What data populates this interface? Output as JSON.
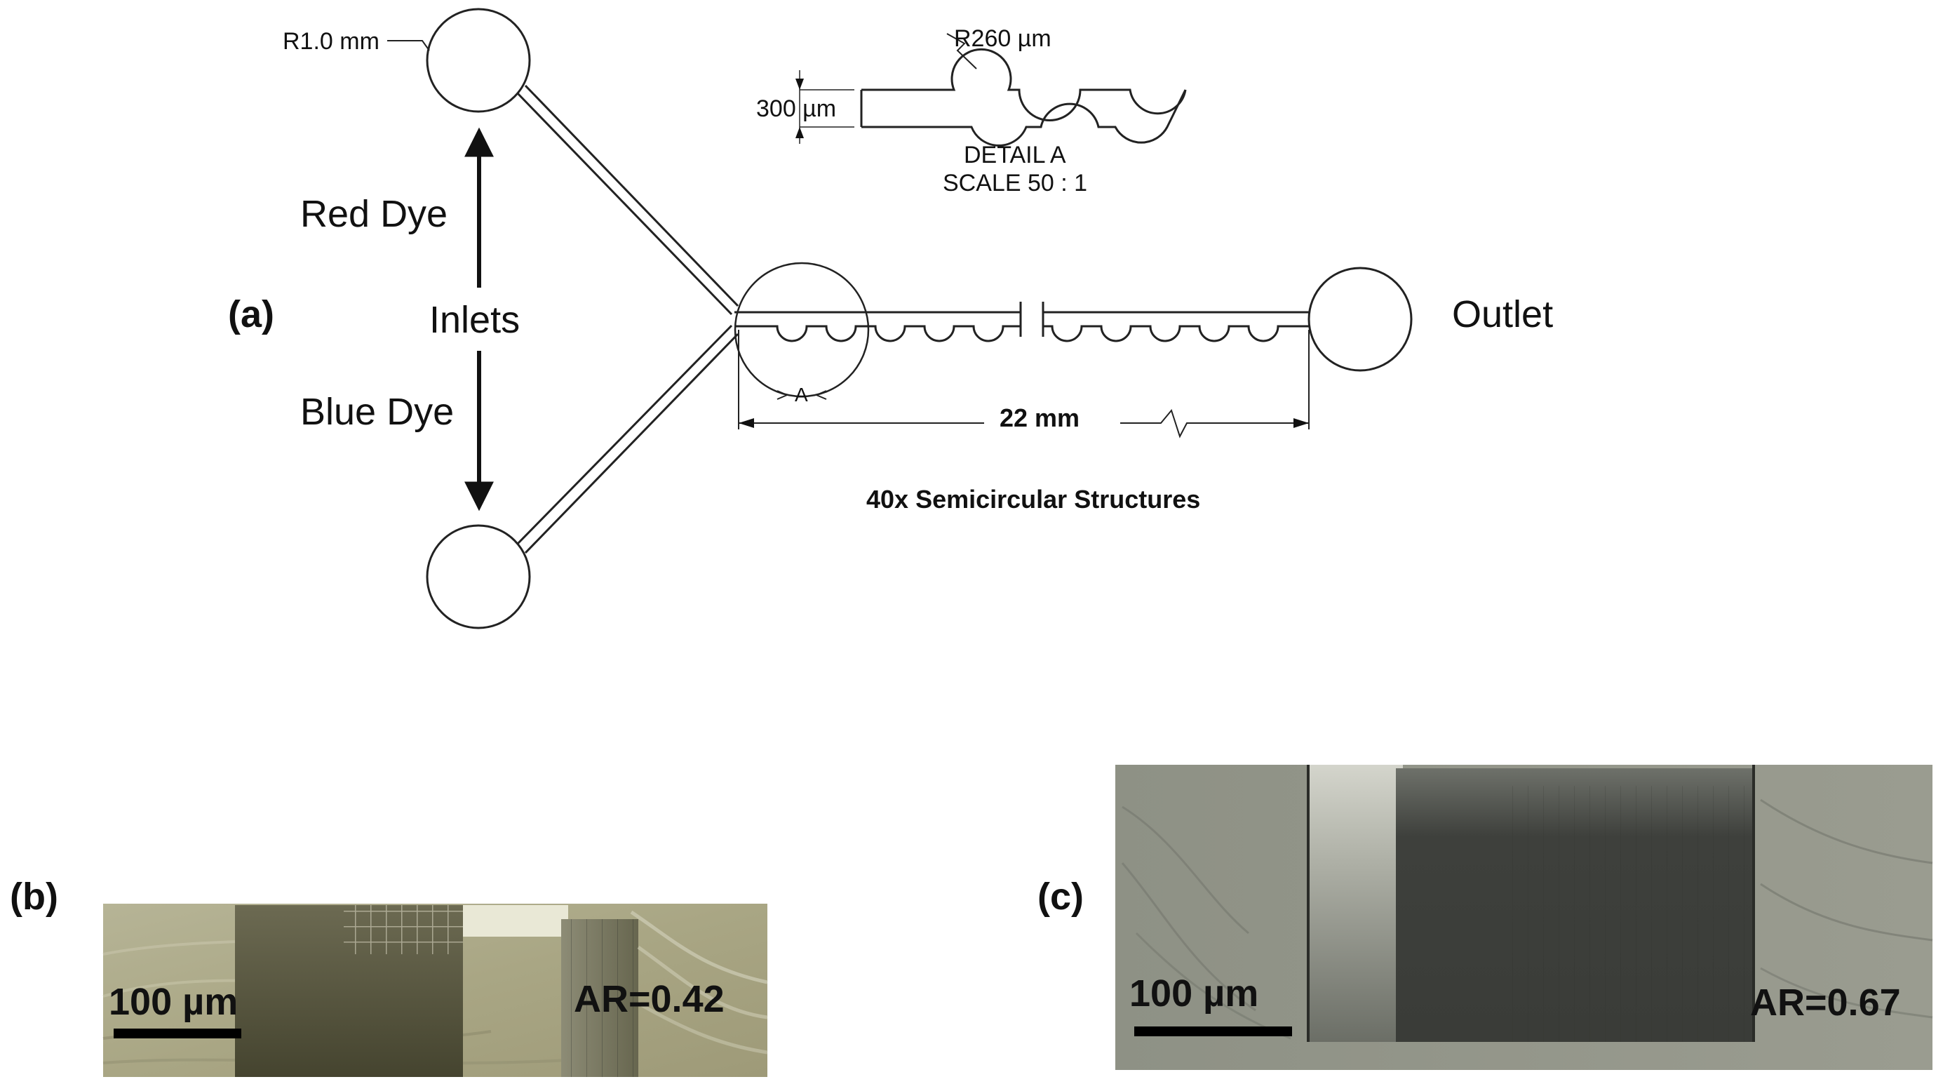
{
  "panel_a": {
    "label": "(a)",
    "inlet_radius": "R1.0 mm",
    "red_dye": "Red Dye",
    "inlets": "Inlets",
    "blue_dye": "Blue Dye",
    "outlet": "Outlet",
    "length": "22 mm",
    "detail_marker": "A",
    "structures_note": "40x Semicircular Structures",
    "detail": {
      "radius": "R260 µm",
      "width": "300 µm",
      "title": "DETAIL A",
      "scale": "SCALE 50 : 1"
    }
  },
  "panel_b": {
    "label": "(b)",
    "scale_bar": "100 µm",
    "aspect_ratio": "AR=0.42"
  },
  "panel_c": {
    "label": "(c)",
    "scale_bar": "100 µm",
    "aspect_ratio": "AR=0.67"
  }
}
